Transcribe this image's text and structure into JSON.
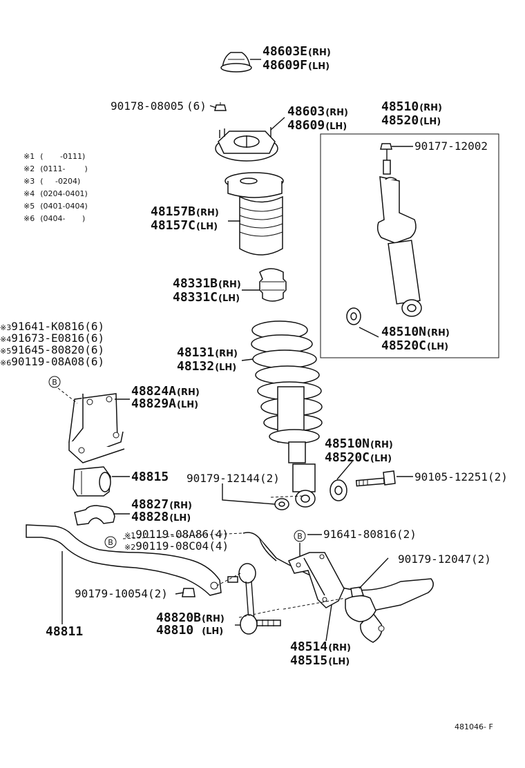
{
  "parts": {
    "p48603E": {
      "num": "48603E",
      "side": "(RH)"
    },
    "p48609F": {
      "num": "48609F",
      "side": "(LH)"
    },
    "p90178": {
      "num": "90178-08005",
      "qty": "(6)"
    },
    "p48603": {
      "num": "48603",
      "side": "(RH)"
    },
    "p48609": {
      "num": "48609",
      "side": "(LH)"
    },
    "p48510": {
      "num": "48510",
      "side": "(RH)"
    },
    "p48520": {
      "num": "48520",
      "side": "(LH)"
    },
    "p90177": {
      "num": "90177-12002"
    },
    "p48157B": {
      "num": "48157B",
      "side": "(RH)"
    },
    "p48157C": {
      "num": "48157C",
      "side": "(LH)"
    },
    "p48331B": {
      "num": "48331B",
      "side": "(RH)"
    },
    "p48331C": {
      "num": "48331C",
      "side": "(LH)"
    },
    "p48510N_a": {
      "num": "48510N",
      "side": "(RH)"
    },
    "p48520C_a": {
      "num": "48520C",
      "side": "(LH)"
    },
    "p48131": {
      "num": "48131",
      "side": "(RH)"
    },
    "p48132": {
      "num": "48132",
      "side": "(LH)"
    },
    "p48824A": {
      "num": "48824A",
      "side": "(RH)"
    },
    "p48829A": {
      "num": "48829A",
      "side": "(LH)"
    },
    "p48510N_b": {
      "num": "48510N",
      "side": "(RH)"
    },
    "p48520C_b": {
      "num": "48520C",
      "side": "(LH)"
    },
    "p48815": {
      "num": "48815"
    },
    "p90179_12144": {
      "num": "90179-12144",
      "qty": "(2)"
    },
    "p90105": {
      "num": "90105-12251",
      "qty": "(2)"
    },
    "p48827": {
      "num": "48827",
      "side": "(RH)"
    },
    "p48828": {
      "num": "48828",
      "side": "(LH)"
    },
    "p91641_80816": {
      "num": "91641-80816",
      "qty": "(2)"
    },
    "p90119_08A86": {
      "mark": "※1",
      "num": "90119-08A86",
      "qty": "(4)"
    },
    "p90119_08C04": {
      "mark": "※2",
      "num": "90119-08C04",
      "qty": "(4)"
    },
    "p90179_12047": {
      "num": "90179-12047",
      "qty": "(2)"
    },
    "p90179_10054": {
      "num": "90179-10054",
      "qty": "(2)"
    },
    "p48820B": {
      "num": "48820B",
      "side": "(RH)"
    },
    "p48810": {
      "num": "48810",
      "side": "(LH)"
    },
    "p48811": {
      "num": "48811"
    },
    "p48514": {
      "num": "48514",
      "side": "(RH)"
    },
    "p48515": {
      "num": "48515",
      "side": "(LH)"
    }
  },
  "bracket_alternates": [
    {
      "mark": "※3",
      "num": "91641-K0816",
      "qty": "(6)"
    },
    {
      "mark": "※4",
      "num": "91673-E0816",
      "qty": "(6)"
    },
    {
      "mark": "※5",
      "num": "91645-80820",
      "qty": "(6)"
    },
    {
      "mark": "※6",
      "num": "90119-08A08",
      "qty": "(6)"
    }
  ],
  "legend": [
    {
      "mark": "※1",
      "range": "(       -0111)"
    },
    {
      "mark": "※2",
      "range": "(0111-        )"
    },
    {
      "mark": "※3",
      "range": "(     -0204)"
    },
    {
      "mark": "※4",
      "range": "(0204-0401)"
    },
    {
      "mark": "※5",
      "range": "(0401-0404)"
    },
    {
      "mark": "※6",
      "range": "(0404-       )"
    }
  ],
  "callouts": {
    "b1": "B",
    "b2": "B",
    "b3": "B"
  },
  "figure_code": "481046- F"
}
